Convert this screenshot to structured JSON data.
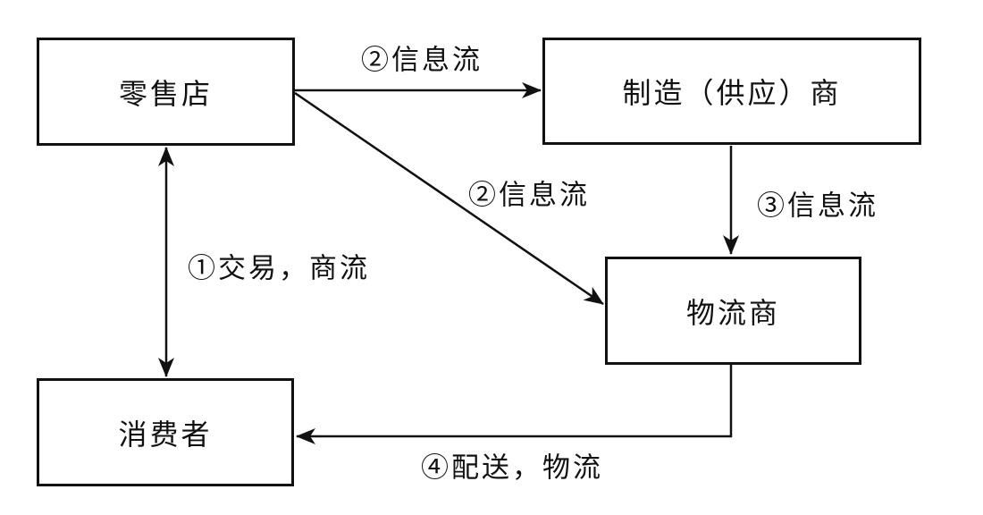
{
  "diagram": {
    "background": "#ffffff",
    "line_color": "#111111",
    "nodes": {
      "retail": {
        "label": "零售店"
      },
      "manufacturer": {
        "label": "制造（供应）商"
      },
      "logistics": {
        "label": "物流商"
      },
      "consumer": {
        "label": "消费者"
      }
    },
    "flows": {
      "flow1": {
        "label": "①交易，商流",
        "from": "零售店",
        "to": "消费者",
        "direction": "bidirectional"
      },
      "flow2_top": {
        "label": "②信息流",
        "from": "零售店",
        "to": "制造（供应）商",
        "direction": "one-way"
      },
      "flow2_diagonal": {
        "label": "②信息流",
        "from": "零售店",
        "to": "物流商",
        "direction": "one-way"
      },
      "flow3": {
        "label": "③信息流",
        "from": "制造（供应）商",
        "to": "物流商",
        "direction": "one-way"
      },
      "flow4": {
        "label": "④配送，物流",
        "from": "物流商",
        "to": "消费者",
        "direction": "one-way"
      }
    }
  }
}
